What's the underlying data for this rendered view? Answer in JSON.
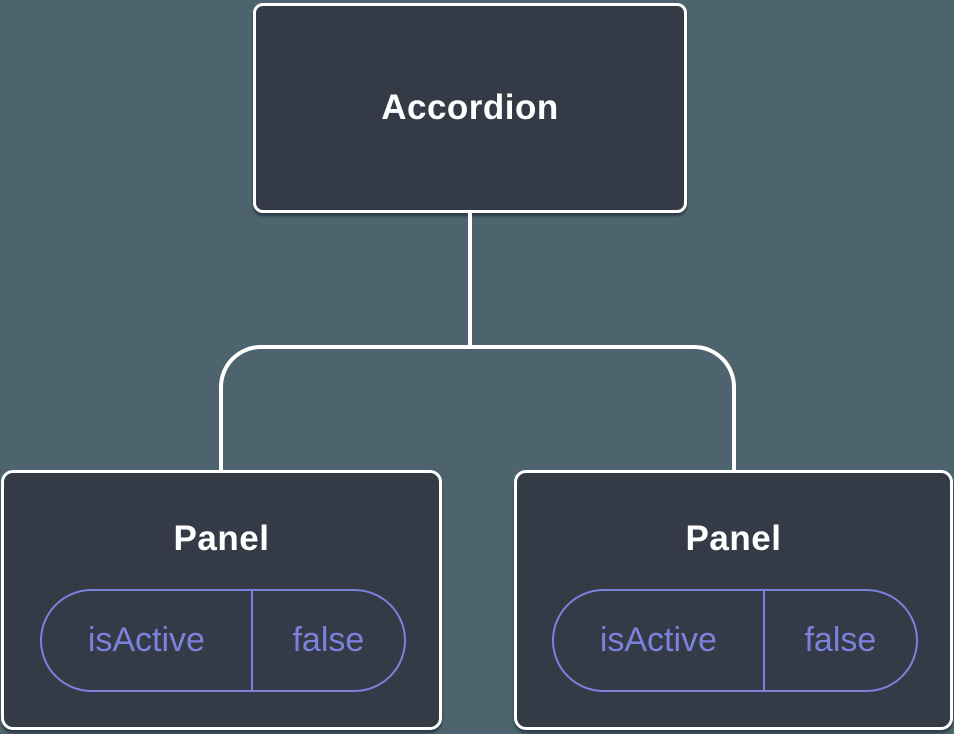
{
  "diagram": {
    "type": "component-tree",
    "root": {
      "label": "Accordion"
    },
    "children": [
      {
        "label": "Panel",
        "state": {
          "key": "isActive",
          "value": "false"
        }
      },
      {
        "label": "Panel",
        "state": {
          "key": "isActive",
          "value": "false"
        }
      }
    ],
    "colors": {
      "background": "#4d646e",
      "node_fill": "#343a46",
      "node_border": "#ffffff",
      "connector": "#ffffff",
      "label_text": "#ffffff",
      "state_accent": "#7b82de"
    }
  }
}
